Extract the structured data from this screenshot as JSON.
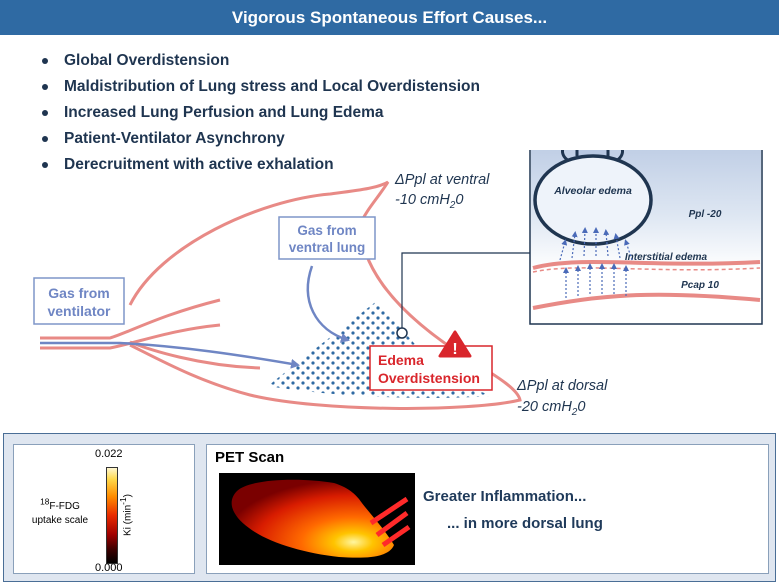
{
  "header": {
    "title": "Vigorous Spontaneous Effort Causes..."
  },
  "bullets": [
    "Global Overdistension",
    "Maldistribution of Lung stress and Local Overdistension",
    "Increased Lung Perfusion and Lung Edema",
    "Patient-Ventilator Asynchrony",
    "Derecruitment with active exhalation"
  ],
  "diagram": {
    "ventral_line1": "ΔPpl at ventral",
    "ventral_line2": "-10 cmH",
    "ventral_sub": "2",
    "ventral_tail": "0",
    "dorsal_line1": "ΔPpl at dorsal",
    "dorsal_line2": "-20 cmH",
    "dorsal_sub": "2",
    "dorsal_tail": "0",
    "gas_ventilator_1": "Gas from",
    "gas_ventilator_2": "ventilator",
    "gas_ventral_1": "Gas from",
    "gas_ventral_2": "ventral lung",
    "edema_1": "Edema",
    "edema_2": "Overdistension",
    "warning_symbol": "!",
    "inset": {
      "alveolar": "Alveolar edema",
      "ppl": "Ppl -20",
      "interstitial": "Interstitial edema",
      "pcap": "Pcap 10"
    },
    "colors": {
      "lung": "#e88a86",
      "arrow": "#6f86c4",
      "dots": "#2f6aa3",
      "warning": "#d9262c",
      "box_border": "#7e95c9"
    }
  },
  "pet": {
    "title": "PET Scan",
    "line1": "Greater Inflammation...",
    "line2": "... in more dorsal lung"
  },
  "scale": {
    "tracer_sup": "18",
    "tracer": "F-FDG",
    "label2": "uptake scale",
    "max": "0.022",
    "min": "0.000",
    "ki_label": "Ki (min",
    "ki_sup": "-1",
    "ki_tail": ")"
  }
}
